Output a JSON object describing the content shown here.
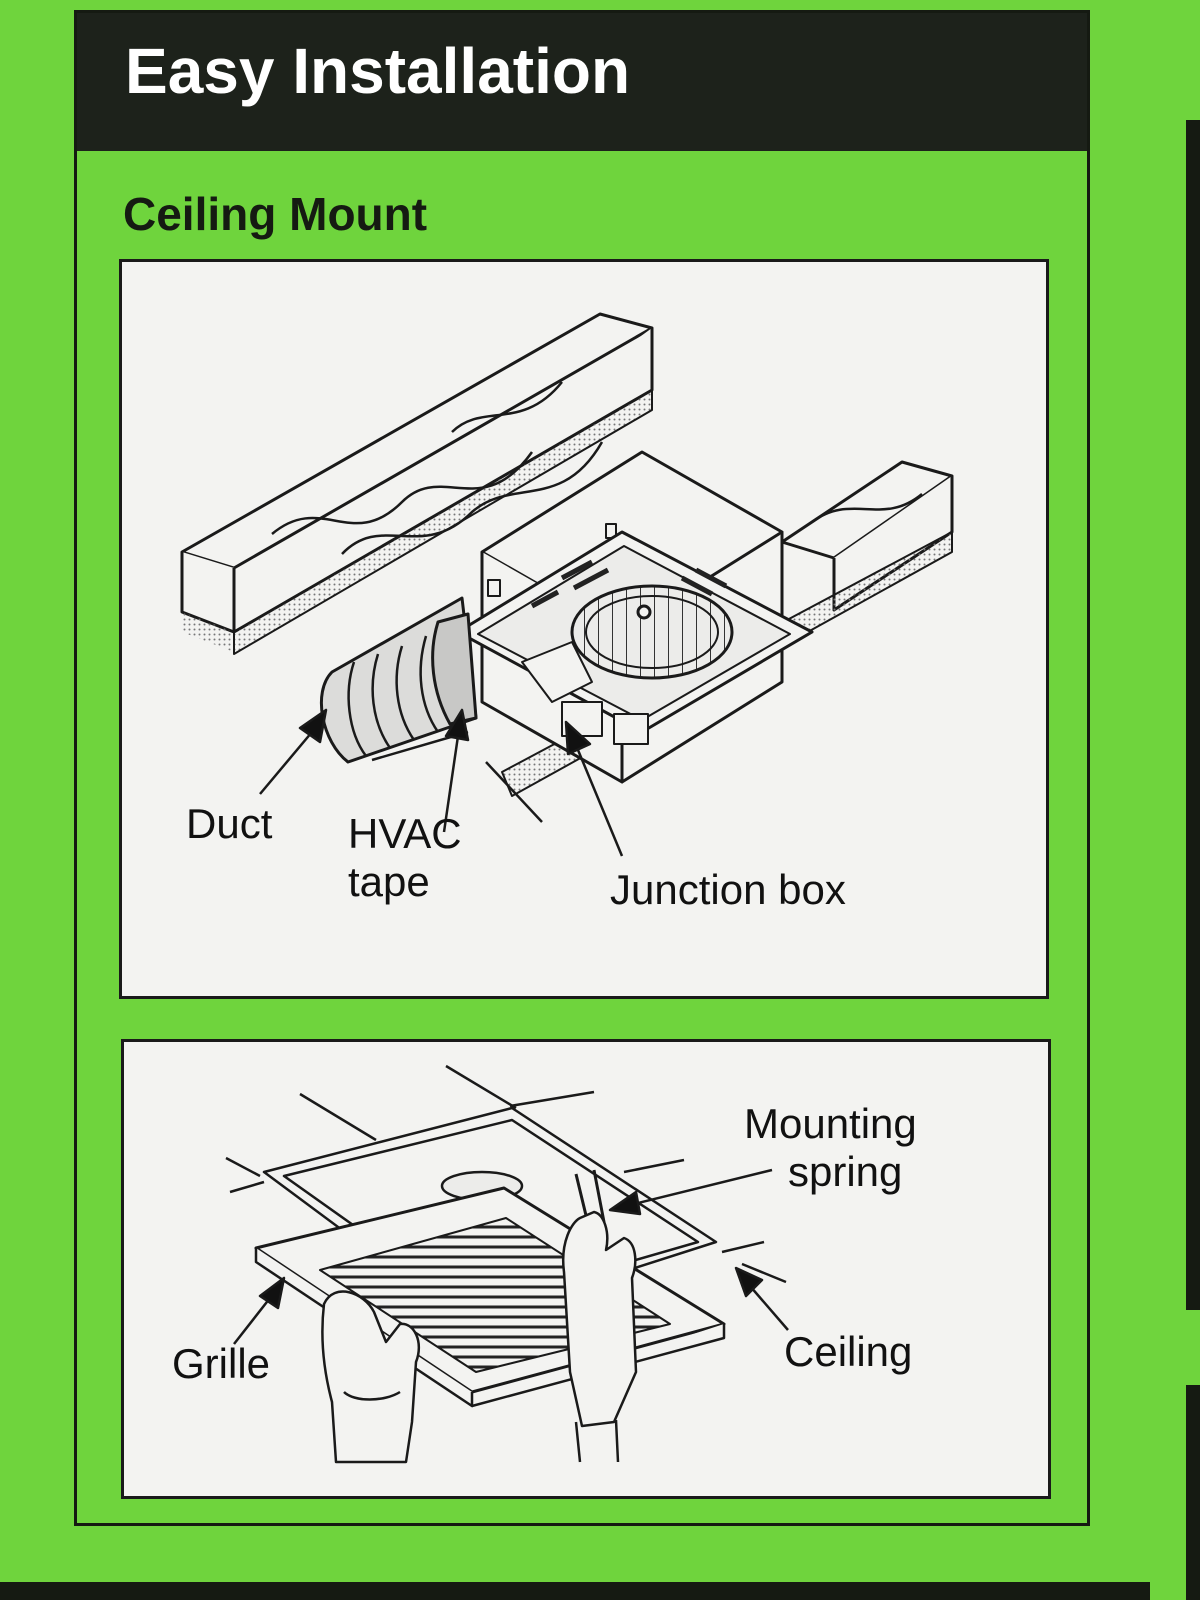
{
  "header": {
    "title": "Easy Installation"
  },
  "section": {
    "subtitle": "Ceiling Mount"
  },
  "diagram_one": {
    "labels": {
      "duct": "Duct",
      "hvac_tape_line1": "HVAC",
      "hvac_tape_line2": "tape",
      "junction_box": "Junction box"
    }
  },
  "diagram_two": {
    "labels": {
      "mounting_spring_line1": "Mounting",
      "mounting_spring_line2": "spring",
      "grille": "Grille",
      "ceiling": "Ceiling"
    }
  },
  "colors": {
    "panel_green": "#6fd43d",
    "title_bar": "#1d221b",
    "title_text": "#ffffff",
    "diagram_bg": "#f3f3f1",
    "ink": "#111111"
  }
}
